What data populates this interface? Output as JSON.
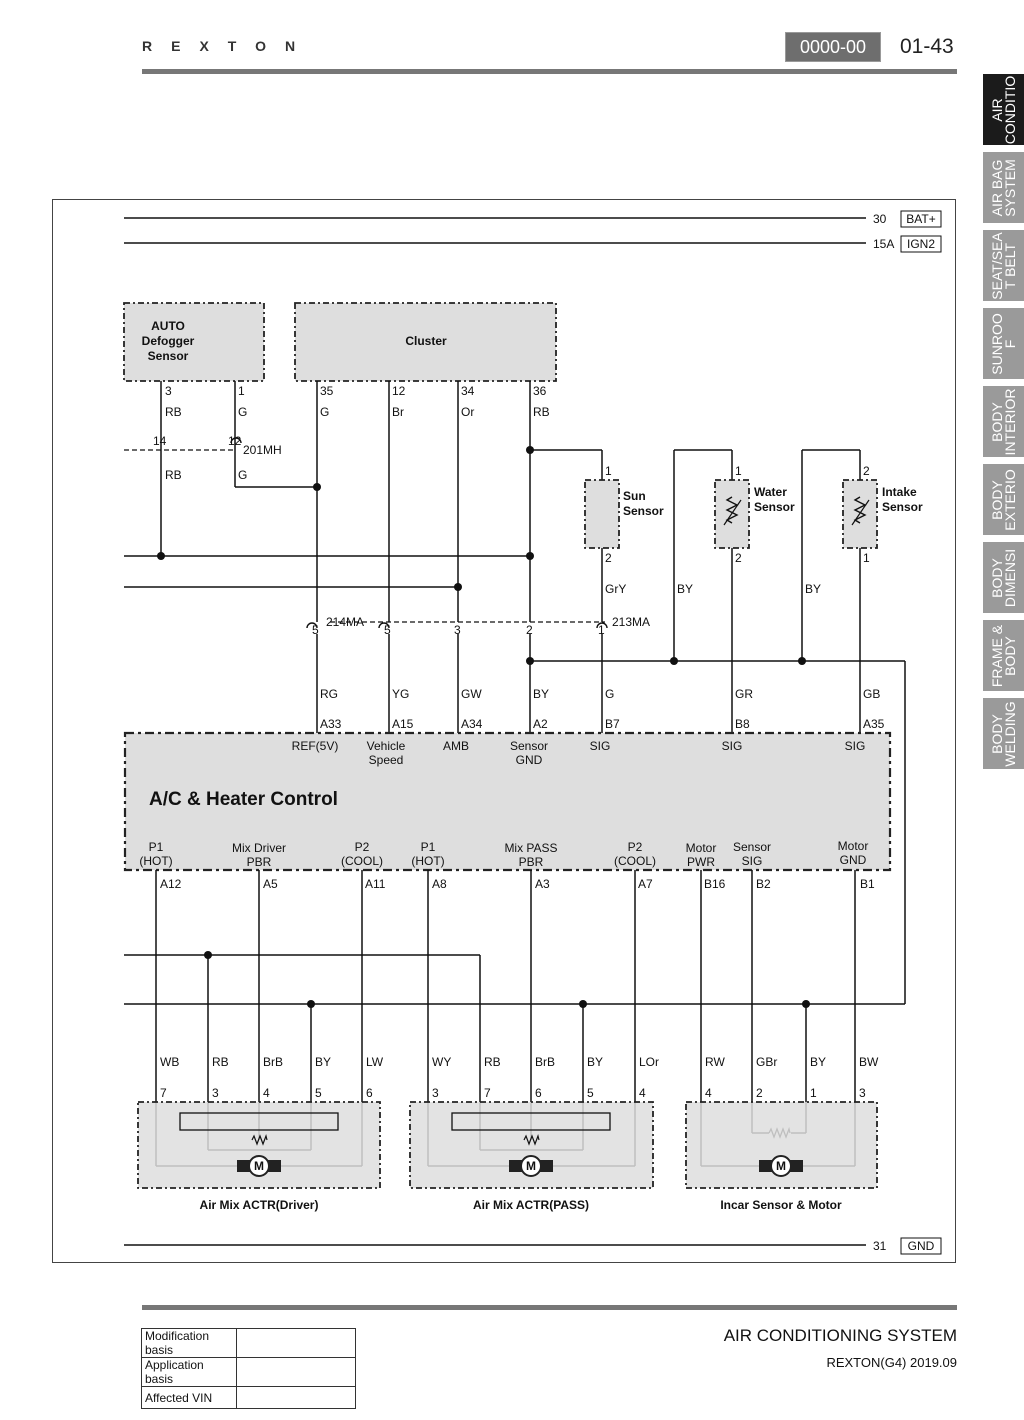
{
  "header": {
    "brand": "REXTON",
    "doc_code": "0000-00",
    "page": "01-43"
  },
  "side_tabs": [
    {
      "label": "AIR\nCONDITIO",
      "active": true
    },
    {
      "label": "AIR BAG\nSYSTEM",
      "active": false
    },
    {
      "label": "SEAT/SEA\nT BELT",
      "active": false
    },
    {
      "label": "SUNROO\nF",
      "active": false
    },
    {
      "label": "BODY\nINTERIOR",
      "active": false
    },
    {
      "label": "BODY\nEXTERIO",
      "active": false
    },
    {
      "label": "BODY\nDIMENSI",
      "active": false
    },
    {
      "label": "FRAME &\nBODY",
      "active": false
    },
    {
      "label": "BODY\nWELDING",
      "active": false
    }
  ],
  "power": {
    "bat_num": "30",
    "bat_label": "BAT+",
    "ign_num": "15A",
    "ign_label": "IGN2",
    "gnd_num": "31",
    "gnd_label": "GND"
  },
  "components": {
    "defogger": [
      "AUTO",
      "Defogger",
      "Sensor"
    ],
    "cluster": "Cluster",
    "sun": [
      "Sun",
      "Sensor"
    ],
    "water": [
      "Water",
      "Sensor"
    ],
    "intake": [
      "Intake",
      "Sensor"
    ],
    "control_title": "A/C & Heater Control",
    "actr_driver": "Air Mix ACTR(Driver)",
    "actr_pass": "Air Mix ACTR(PASS)",
    "incar": "Incar Sensor & Motor",
    "motor_symbol": "M"
  },
  "connectors": {
    "c201": "201MH",
    "c214": "214MA",
    "c213": "213MA"
  },
  "top_pins": {
    "def3": "3",
    "def1": "1",
    "cl35": "35",
    "cl12": "12",
    "cl34": "34",
    "cl36": "36",
    "def_rb": "RB",
    "def_g": "G",
    "cl_g": "G",
    "cl_br": "Br",
    "cl_or": "Or",
    "cl_rb": "RB",
    "j14": "14",
    "j12": "12",
    "rb2": "RB",
    "g2": "G",
    "sun1": "1",
    "sun2": "2",
    "water1": "1",
    "water2": "2",
    "intake2": "2",
    "intake1": "1",
    "gry": "GrY",
    "by_w": "BY",
    "by_i": "BY",
    "j5a": "5",
    "j5b": "5",
    "j3": "3",
    "j2": "2",
    "j1": "1"
  },
  "ctrl_inputs": [
    {
      "wire": "RG",
      "pin": "A33",
      "name": "REF(5V)"
    },
    {
      "wire": "YG",
      "pin": "A15",
      "name": "Vehicle\nSpeed"
    },
    {
      "wire": "GW",
      "pin": "A34",
      "name": "AMB"
    },
    {
      "wire": "BY",
      "pin": "A2",
      "name": "Sensor\nGND"
    },
    {
      "wire": "G",
      "pin": "B7",
      "name": "SIG"
    },
    {
      "wire": "GR",
      "pin": "B8",
      "name": "SIG"
    },
    {
      "wire": "GB",
      "pin": "A35",
      "name": "SIG"
    }
  ],
  "ctrl_outputs": [
    {
      "name": "P1\n(HOT)",
      "pin": "A12"
    },
    {
      "name": "Mix Driver\nPBR",
      "pin": "A5"
    },
    {
      "name": "P2\n(COOL)",
      "pin": "A11"
    },
    {
      "name": "P1\n(HOT)",
      "pin": "A8"
    },
    {
      "name": "Mix PASS\nPBR",
      "pin": "A3"
    },
    {
      "name": "P2\n(COOL)",
      "pin": "A7"
    },
    {
      "name": "Motor\nPWR",
      "pin": "B16"
    },
    {
      "name": "Sensor\nSIG",
      "pin": "B2"
    },
    {
      "name": "Motor\nGND",
      "pin": "B1"
    }
  ],
  "bottom_wires": [
    {
      "wire": "WB",
      "pin": "7"
    },
    {
      "wire": "RB",
      "pin": "3"
    },
    {
      "wire": "BrB",
      "pin": "4"
    },
    {
      "wire": "BY",
      "pin": "5"
    },
    {
      "wire": "LW",
      "pin": "6"
    },
    {
      "wire": "WY",
      "pin": "3"
    },
    {
      "wire": "RB",
      "pin": "7"
    },
    {
      "wire": "BrB",
      "pin": "6"
    },
    {
      "wire": "BY",
      "pin": "5"
    },
    {
      "wire": "LOr",
      "pin": "4"
    },
    {
      "wire": "RW",
      "pin": "4"
    },
    {
      "wire": "GBr",
      "pin": "2"
    },
    {
      "wire": "BY",
      "pin": "1"
    },
    {
      "wire": "BW",
      "pin": "3"
    }
  ],
  "footer": {
    "title": "AIR CONDITIONING SYSTEM",
    "subtitle": "REXTON(G4) 2019.09",
    "table": [
      {
        "key": "Modification basis",
        "value": ""
      },
      {
        "key": "Application basis",
        "value": ""
      },
      {
        "key": "Affected VIN",
        "value": ""
      }
    ]
  }
}
